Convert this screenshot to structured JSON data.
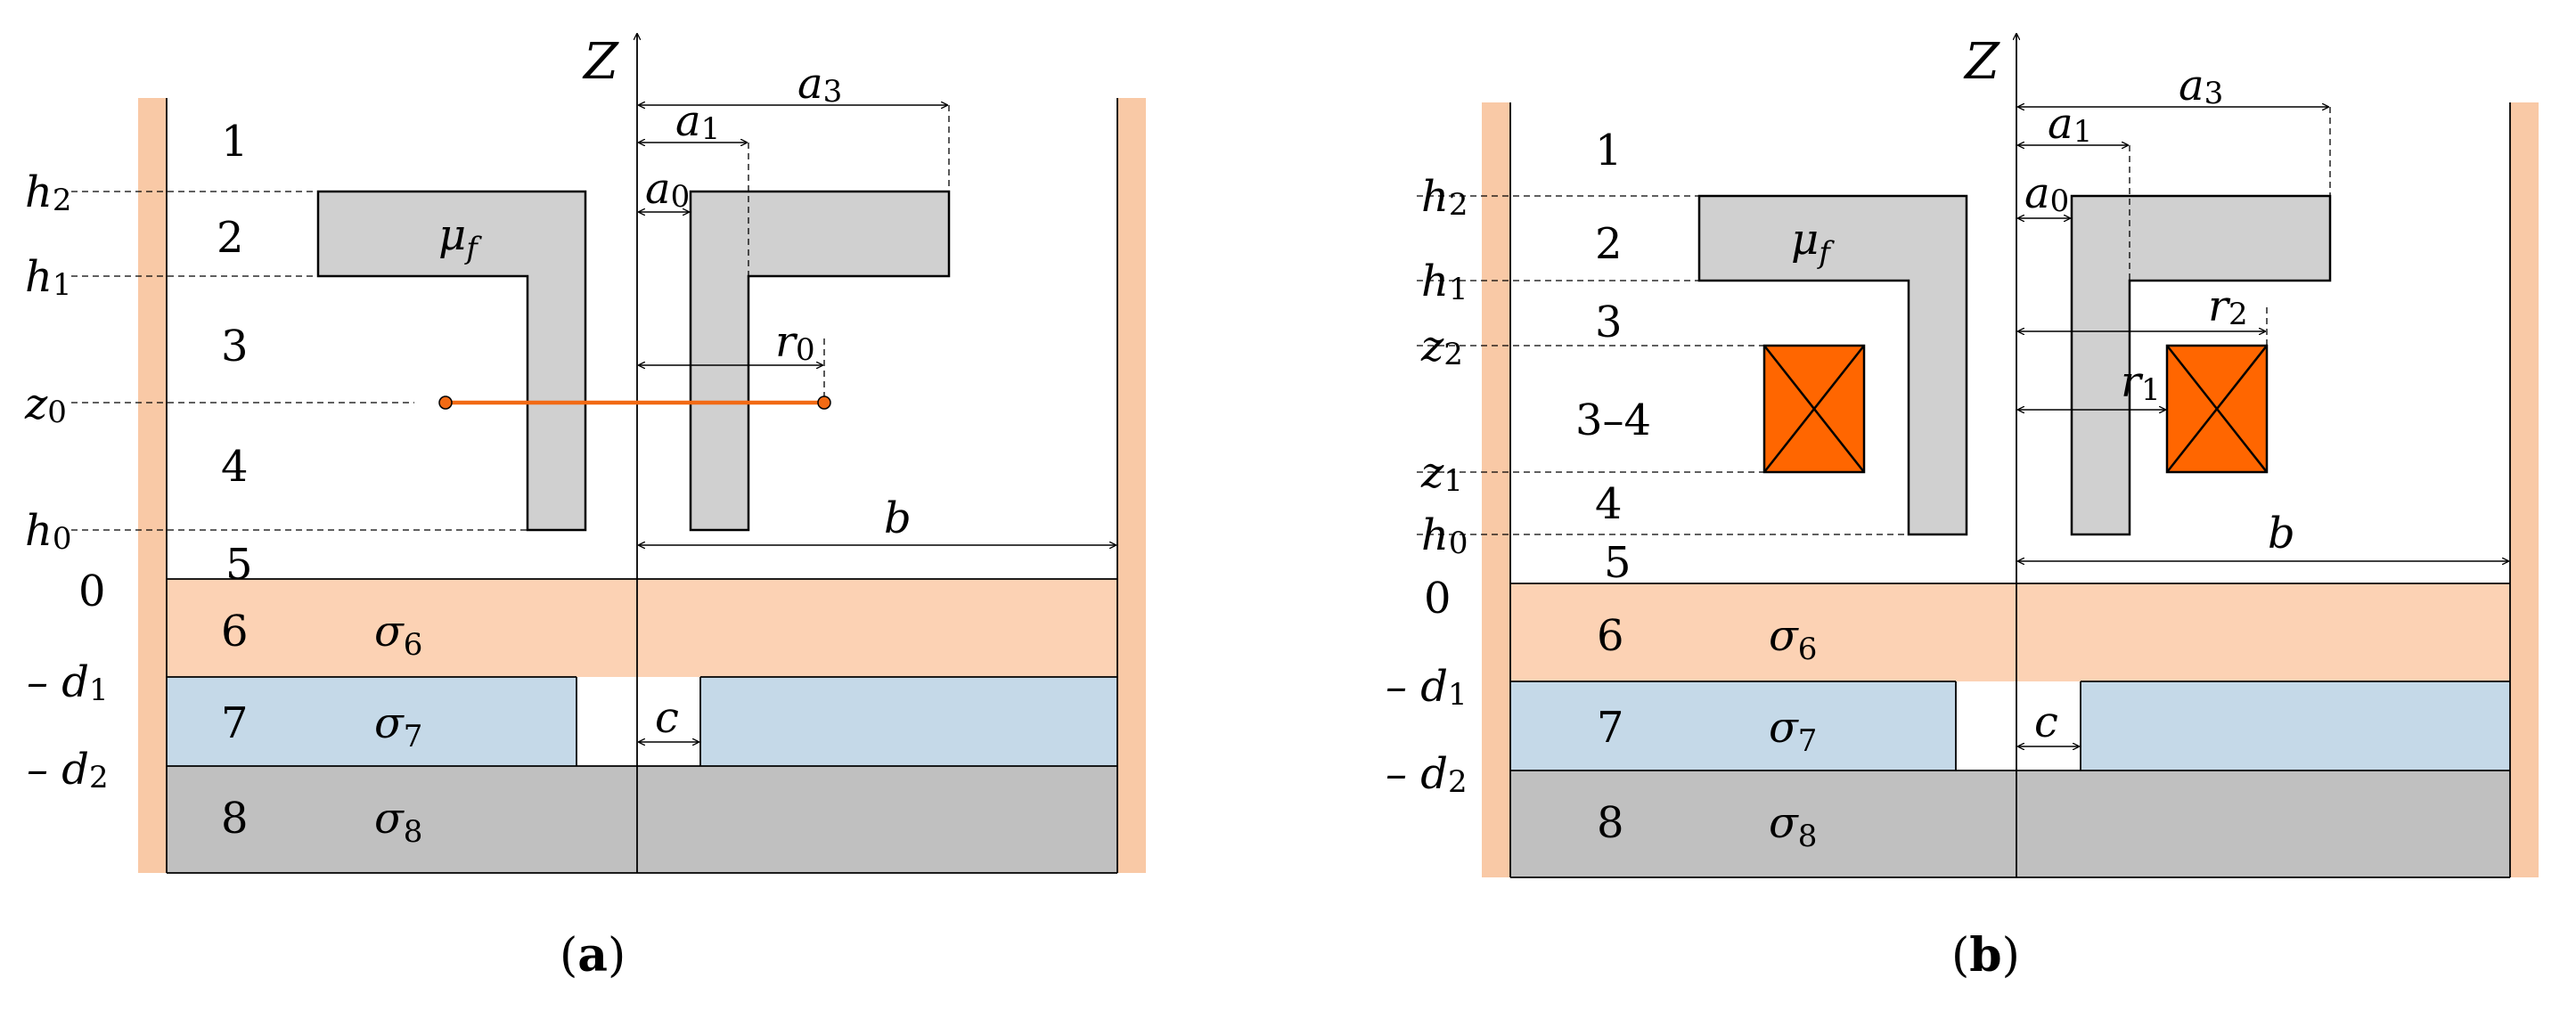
{
  "colors": {
    "wall": "#f9c9a6",
    "layer6": "#fcd2b4",
    "layer7": "#c5d9e8",
    "layer8": "#c0c0c0",
    "core": "#d0d0d0",
    "source": "#f26a14",
    "coil": "#ff6600"
  },
  "panels": [
    {
      "caption_letter": "a",
      "axis_label": "Z",
      "regions": [
        "1",
        "2",
        "3",
        "4",
        "5",
        "6",
        "7",
        "8"
      ],
      "levels": [
        {
          "main": "h",
          "sub": "2"
        },
        {
          "main": "h",
          "sub": "1"
        },
        {
          "main": "z",
          "sub": "0"
        },
        {
          "main": "h",
          "sub": "0"
        },
        {
          "main": "0",
          "sub": ""
        },
        {
          "main": "– d",
          "sub": "1"
        },
        {
          "main": "– d",
          "sub": "2"
        }
      ],
      "dims": [
        {
          "main": "a",
          "sub": "3"
        },
        {
          "main": "a",
          "sub": "1"
        },
        {
          "main": "a",
          "sub": "0"
        },
        {
          "main": "r",
          "sub": "0"
        },
        {
          "main": "b",
          "sub": ""
        },
        {
          "main": "c",
          "sub": ""
        }
      ],
      "materials": [
        {
          "main": "μ",
          "sub": "f"
        },
        {
          "main": "σ",
          "sub": "6"
        },
        {
          "main": "σ",
          "sub": "7"
        },
        {
          "main": "σ",
          "sub": "8"
        }
      ]
    },
    {
      "caption_letter": "b",
      "axis_label": "Z",
      "regions": [
        "1",
        "2",
        "3",
        "3–4",
        "4",
        "5",
        "6",
        "7",
        "8"
      ],
      "levels": [
        {
          "main": "h",
          "sub": "2"
        },
        {
          "main": "h",
          "sub": "1"
        },
        {
          "main": "z",
          "sub": "2"
        },
        {
          "main": "z",
          "sub": "1"
        },
        {
          "main": "h",
          "sub": "0"
        },
        {
          "main": "0",
          "sub": ""
        },
        {
          "main": "– d",
          "sub": "1"
        },
        {
          "main": "– d",
          "sub": "2"
        }
      ],
      "dims": [
        {
          "main": "a",
          "sub": "3"
        },
        {
          "main": "a",
          "sub": "1"
        },
        {
          "main": "a",
          "sub": "0"
        },
        {
          "main": "r",
          "sub": "2"
        },
        {
          "main": "r",
          "sub": "1"
        },
        {
          "main": "b",
          "sub": ""
        },
        {
          "main": "c",
          "sub": ""
        }
      ],
      "materials": [
        {
          "main": "μ",
          "sub": "f"
        },
        {
          "main": "σ",
          "sub": "6"
        },
        {
          "main": "σ",
          "sub": "7"
        },
        {
          "main": "σ",
          "sub": "8"
        }
      ]
    }
  ]
}
